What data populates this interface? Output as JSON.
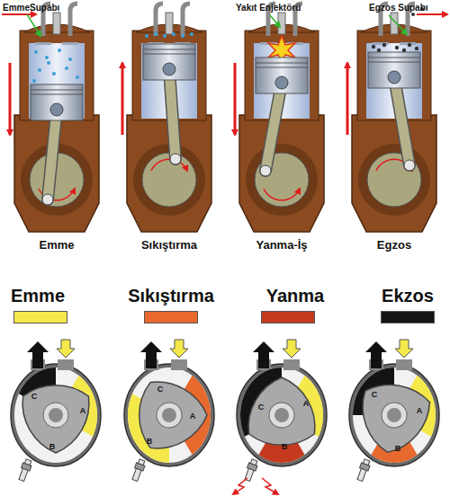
{
  "diagram": {
    "labels": [
      "EmmeSupabı",
      "Yakıt Enjektörü",
      "Egzos Supabı",
      "Emme",
      "Sıkıştırma",
      "Yanma-İş",
      "Egzos",
      "C",
      "A",
      "B",
      "C",
      "A",
      "B",
      "C",
      "A",
      "B",
      "C",
      "A",
      "B"
    ],
    "legend": [
      {
        "text": "Emme",
        "color": "#f4e84a"
      },
      {
        "text": "Sıkıştırma",
        "color": "#e8692e"
      },
      {
        "text": "Yanma",
        "color": "#c53a1f"
      },
      {
        "text": "Ekzos",
        "color": "#141414"
      }
    ]
  }
}
